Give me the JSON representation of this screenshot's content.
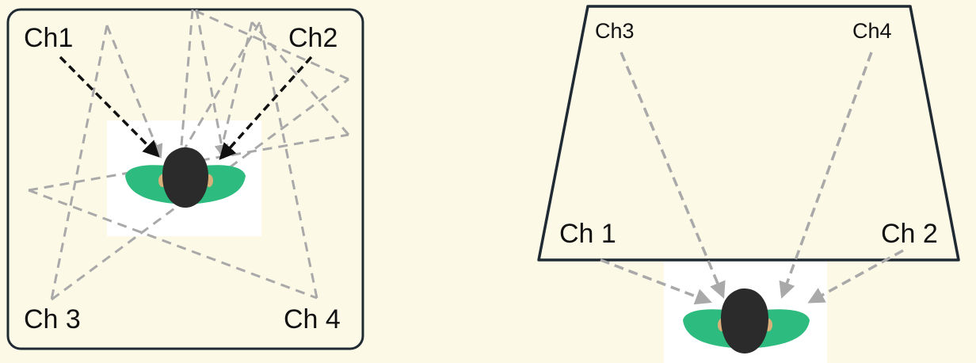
{
  "colors": {
    "background": "#fdf9e7",
    "outline": "#1f2a33",
    "direct_arrow": "#111111",
    "reflection_line": "#a9a9a9",
    "listener_body": "#2dbb7f",
    "listener_head": "#2b2b2b",
    "listener_tile": "#ffffff"
  },
  "left_panel": {
    "labels": {
      "ch1": "Ch1",
      "ch2": "Ch2",
      "ch3": "Ch 3",
      "ch4": "Ch 4"
    }
  },
  "right_panel": {
    "labels": {
      "ch1": "Ch 1",
      "ch2": "Ch 2",
      "ch3": "Ch3",
      "ch4": "Ch4"
    }
  },
  "icons": {
    "listener": "listener-top-view-icon"
  }
}
